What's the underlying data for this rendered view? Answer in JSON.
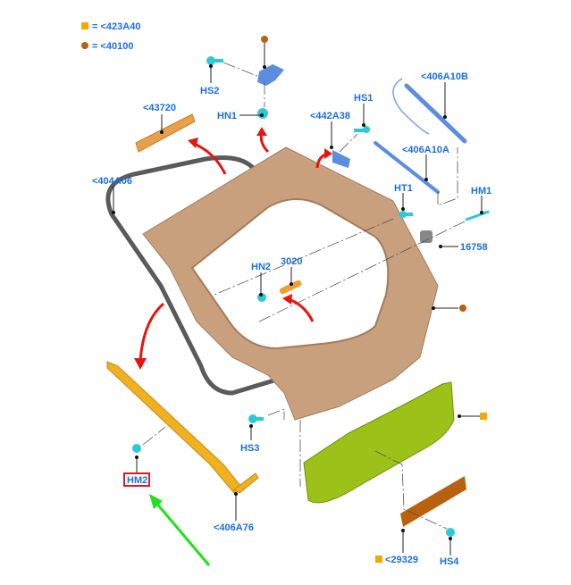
{
  "legend": [
    {
      "symbol": "square",
      "color": "#f5a800",
      "label": "= <423A40"
    },
    {
      "symbol": "circle",
      "color": "#b8620f",
      "label": "= <40100"
    }
  ],
  "callouts": {
    "hs2": "HS2",
    "hn1": "HN1",
    "c43720": "<43720",
    "c404a06": "<404A06",
    "c442a38": "<442A38",
    "hs1": "HS1",
    "c406a10b": "<406A10B",
    "c406a10a": "<406A10A",
    "ht1": "HT1",
    "hm1": "HM1",
    "c16758": "16758",
    "hn2": "HN2",
    "c3020": "3020",
    "hs3": "HS3",
    "hm2": "HM2",
    "c406a76": "<406A76",
    "c29329": "<29329",
    "hs4": "HS4"
  },
  "colors": {
    "label": "#1a6fe0",
    "highlight": "#e0191e",
    "pointer_arrow": "#22e01a",
    "motion_arrow": "#e8140f",
    "door": "#c9a07e",
    "seal": "#5a5a5a",
    "trim_strip": "#f0b020",
    "lower_panel": "#9cc21a",
    "plate": "#b8620f",
    "fastener": "#2ec9d8",
    "strut": "#5d8de0"
  }
}
